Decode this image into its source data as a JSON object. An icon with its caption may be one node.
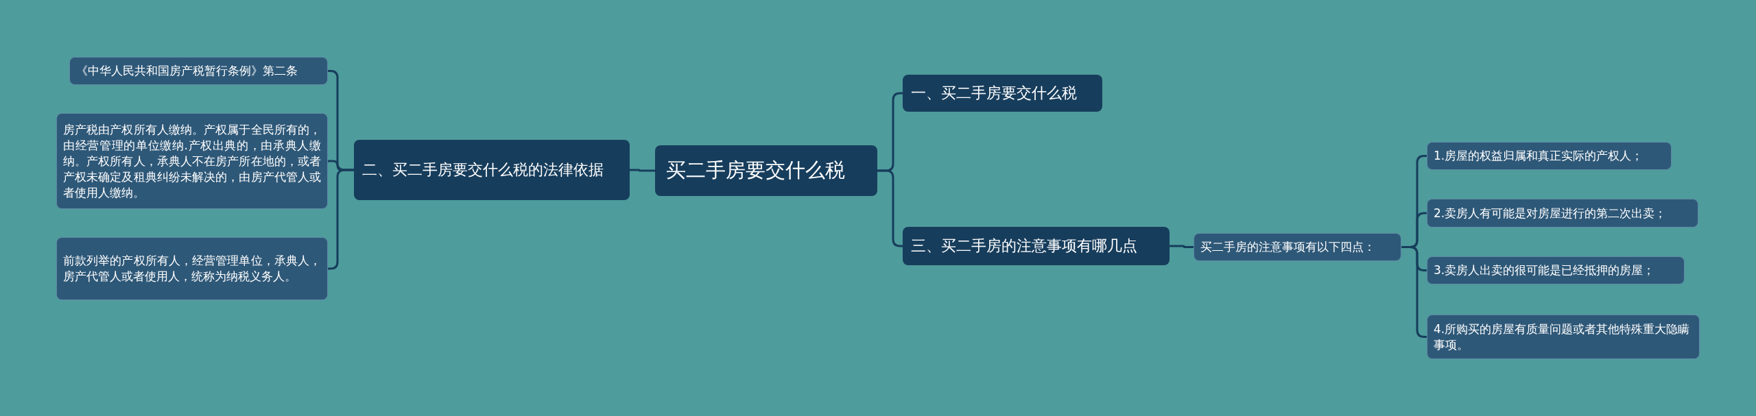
{
  "diagram": {
    "nodes": [
      {
        "text": [
          "买二手房要交什么税"
        ]
      },
      {
        "text": [
          "二、买二手房要交什么税的法律依据"
        ]
      },
      {
        "text": [
          "《中华人民共和国房产税暂行条例》第二条"
        ]
      },
      {
        "text": [
          "房产税由产权所有人缴纳。产权属于全民所有的，由经营管理的单位缴纳.产权出典的，由承典人缴纳。产权所有人，承典人不在房产所在地的，或者产权未确定及租典纠纷未解决的，由房产代管人或者使用人缴纳。"
        ]
      },
      {
        "text": [
          "前款列举的产权所有人，经营管理单位，承典人，房产代管人或者使用人，统称为纳税义务人。"
        ]
      },
      {
        "text": [
          "一、买二手房要交什么税"
        ]
      },
      {
        "text": [
          "三、买二手房的注意事项有哪几点"
        ]
      },
      {
        "text": [
          "买二手房的注意事项有以下四点："
        ]
      },
      {
        "text": [
          "1.房屋的权益归属和真正实际的产权人；"
        ]
      },
      {
        "text": [
          "2.卖房人有可能是对房屋进行的第二次出卖；"
        ]
      },
      {
        "text": [
          "3.卖房人出卖的很可能是已经抵押的房屋；"
        ]
      },
      {
        "text": [
          "4.所购买的房屋有质量问题或者其他特殊重大隐瞒事项。"
        ]
      }
    ],
    "edges": [
      {
        "from": 0,
        "to": 1,
        "arrow": "none"
      },
      {
        "from": 1,
        "to": 2,
        "arrow": "none"
      },
      {
        "from": 1,
        "to": 3,
        "arrow": "none"
      },
      {
        "from": 1,
        "to": 4,
        "arrow": "none"
      },
      {
        "from": 0,
        "to": 5,
        "arrow": "none"
      },
      {
        "from": 0,
        "to": 6,
        "arrow": "none"
      },
      {
        "from": 6,
        "to": 7,
        "arrow": "none"
      },
      {
        "from": 7,
        "to": 8,
        "arrow": "none"
      },
      {
        "from": 7,
        "to": 9,
        "arrow": "none"
      },
      {
        "from": 7,
        "to": 10,
        "arrow": "none"
      },
      {
        "from": 7,
        "to": 11,
        "arrow": "none"
      }
    ]
  }
}
